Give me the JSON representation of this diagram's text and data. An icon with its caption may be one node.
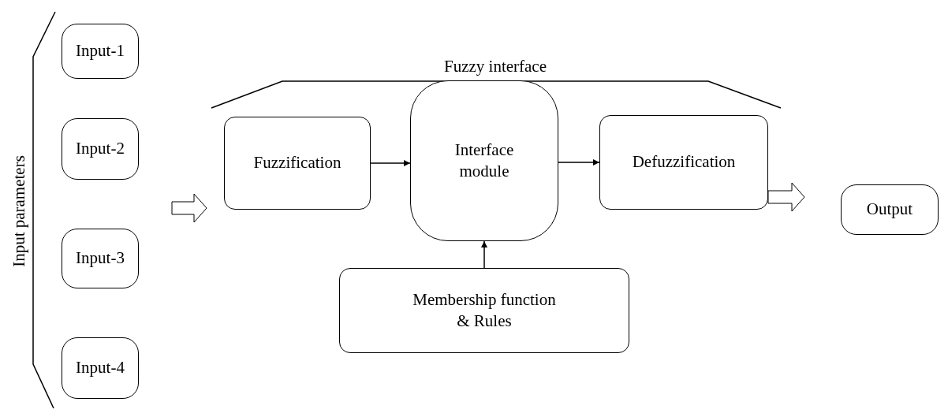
{
  "diagram": {
    "nodes": [
      {
        "text": [
          "Input-1"
        ]
      },
      {
        "text": [
          "Input-2"
        ]
      },
      {
        "text": [
          "Input-3"
        ]
      },
      {
        "text": [
          "Input-4"
        ]
      },
      {
        "text": [
          "Fuzzification"
        ]
      },
      {
        "text": [
          "Interface module"
        ]
      },
      {
        "text": [
          "Defuzzification"
        ]
      },
      {
        "text": [
          "Membership function & Rules"
        ]
      },
      {
        "text": [
          "Output"
        ]
      }
    ],
    "edges": [
      {
        "from": 4,
        "to": 5,
        "arrow": "to"
      },
      {
        "from": 5,
        "to": 6,
        "arrow": "to"
      },
      {
        "from": 7,
        "to": 5,
        "arrow": "to"
      },
      {
        "from": null,
        "to": 4,
        "arrow": "to",
        "style": "thick"
      },
      {
        "from": 6,
        "to": 8,
        "arrow": "to",
        "style": "thick"
      }
    ],
    "labels": [
      "Input parameters",
      "Fuzzy interface"
    ]
  }
}
